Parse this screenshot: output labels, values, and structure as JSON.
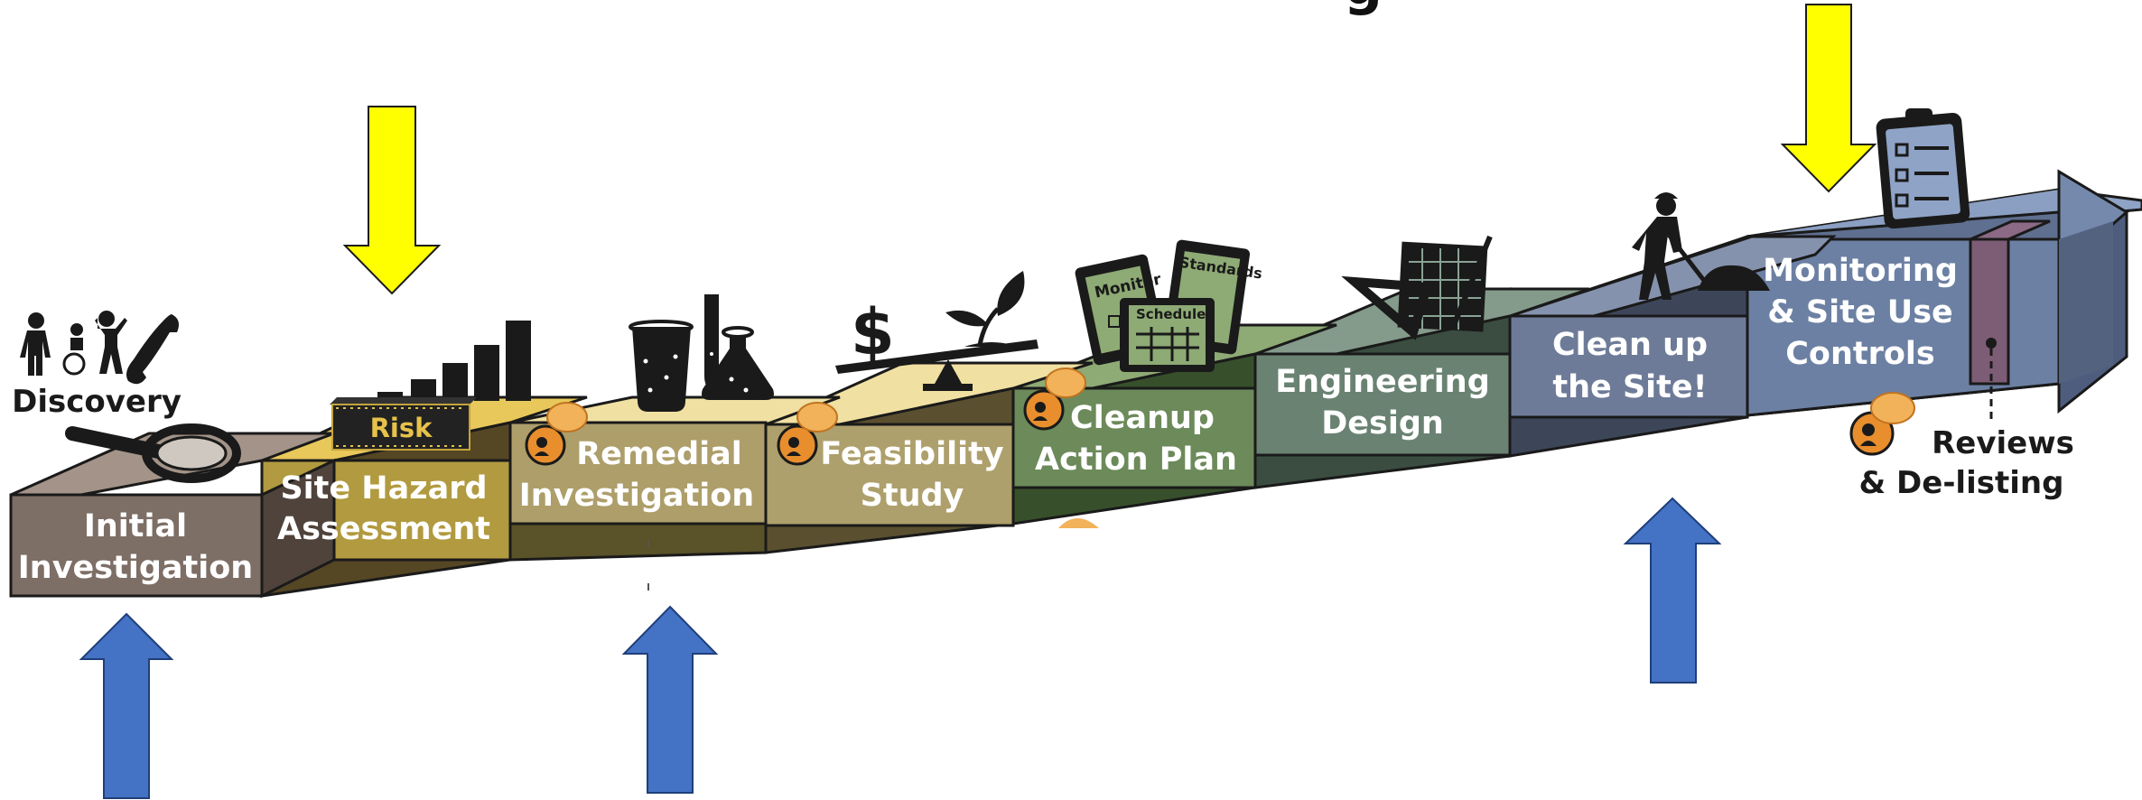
{
  "title_fragment": "g",
  "steps": [
    {
      "id": "initial",
      "lines": [
        "Initial",
        "Investigation"
      ]
    },
    {
      "id": "hazard",
      "lines": [
        "Site Hazard",
        "Assessment"
      ]
    },
    {
      "id": "remedial",
      "lines": [
        "Remedial",
        "Investigation"
      ]
    },
    {
      "id": "feasibility",
      "lines": [
        "Feasibility",
        "Study"
      ]
    },
    {
      "id": "cleanup-plan",
      "lines": [
        "Cleanup",
        "Action Plan"
      ]
    },
    {
      "id": "engineering",
      "lines": [
        "Engineering",
        "Design"
      ]
    },
    {
      "id": "cleanup-site",
      "lines": [
        "Clean up",
        "the Site!"
      ]
    },
    {
      "id": "monitoring",
      "lines": [
        "Monitoring",
        "& Site Use",
        "Controls"
      ]
    }
  ],
  "discovery_label": "Discovery",
  "risk_label": "Risk",
  "clipboards": {
    "monitor": "Monitor",
    "standards": "Standards",
    "schedule": "Schedule"
  },
  "reviews_lines": [
    "Reviews",
    "& De-listing"
  ],
  "colors": {
    "initial": "#7d6e66",
    "hazard": "#b19a3f",
    "remedial": "#ad9e6a",
    "feasibility": "#aea06c",
    "cleanup_plan": "#6c8a5a",
    "engineering": "#6a8272",
    "cleanup_site": "#6d7b98",
    "monitoring": "#6c80a3",
    "yellow_arrow": "#ffff00",
    "blue_arrow": "#4472c4",
    "comment_icon": "#e88e2d"
  },
  "icons": [
    "people-icon",
    "phone-icon",
    "magnifier-icon",
    "bar-chart-icon",
    "lab-glassware-icon",
    "dollar-sign-icon",
    "balance-scale-icon",
    "plant-sprout-icon",
    "clipboard-icon",
    "blueprint-icon",
    "worker-shovel-icon",
    "checklist-clipboard-icon",
    "public-comment-icon",
    "yellow-arrow-down",
    "blue-arrow-up"
  ]
}
